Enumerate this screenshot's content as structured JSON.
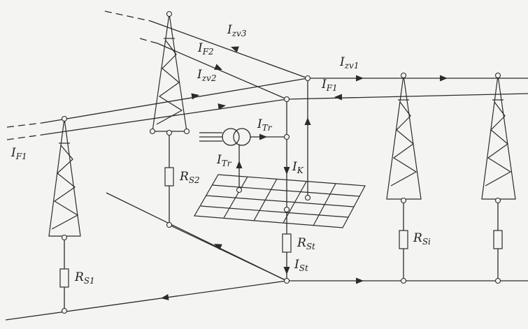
{
  "labels": {
    "izv3": {
      "main": "I",
      "sub": "zv3"
    },
    "if2": {
      "main": "I",
      "sub": "F2"
    },
    "izv2": {
      "main": "I",
      "sub": "zv2"
    },
    "izv1": {
      "main": "I",
      "sub": "zv1"
    },
    "if1_right": {
      "main": "I",
      "sub": "F1"
    },
    "if1_left": {
      "main": "I",
      "sub": "F1"
    },
    "itr_right": {
      "main": "I",
      "sub": "Tr"
    },
    "itr_left": {
      "main": "I",
      "sub": "Tr"
    },
    "ik": {
      "main": "I",
      "sub": "K"
    },
    "rs2": {
      "main": "R",
      "sub": "S2"
    },
    "rst": {
      "main": "R",
      "sub": "St"
    },
    "ist": {
      "main": "I",
      "sub": "St"
    },
    "rsi": {
      "main": "R",
      "sub": "Si"
    },
    "rs1": {
      "main": "R",
      "sub": "S1"
    }
  },
  "colors": {
    "ink": "#2b2b2b",
    "paper": "#f4f4f2"
  }
}
